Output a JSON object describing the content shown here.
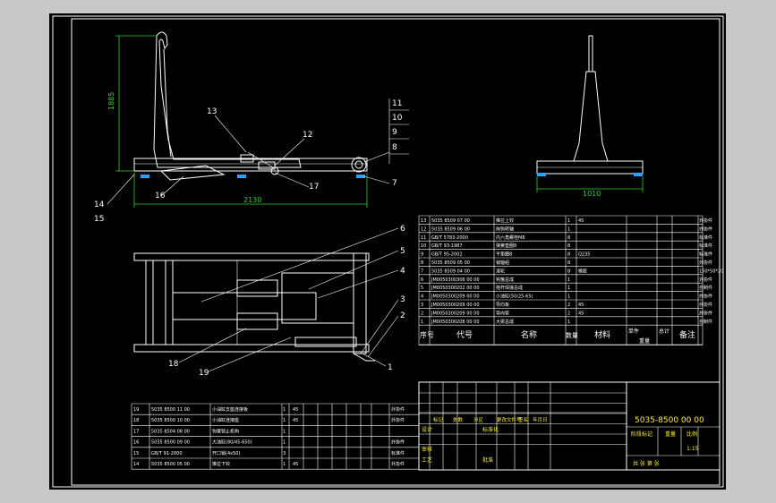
{
  "dimensions": {
    "height": "1885",
    "length": "2130",
    "width": "1010"
  },
  "callouts": {
    "side_view": [
      "11",
      "10",
      "9",
      "8",
      "7",
      "13",
      "12",
      "17",
      "16",
      "14",
      "15"
    ],
    "plan_view": [
      "6",
      "5",
      "4",
      "3",
      "2",
      "1",
      "18",
      "19"
    ]
  },
  "parts_upper": [
    {
      "no": "13",
      "code": "5035 8509 07 00",
      "name": "推拉上铰",
      "qty": "1",
      "mat": "45",
      "note": "外协件"
    },
    {
      "no": "12",
      "code": "5035 8509 06 00",
      "name": "拘钩转轴",
      "qty": "1",
      "mat": "",
      "note": "外协件"
    },
    {
      "no": "11",
      "code": "GB/T 5783-2000",
      "name": "内六角螺栓M8",
      "qty": "8",
      "mat": "",
      "note": "标准件"
    },
    {
      "no": "10",
      "code": "GB/T 93-1987",
      "name": "弹簧垫圈8",
      "qty": "8",
      "mat": "",
      "note": "标准件"
    },
    {
      "no": "9",
      "code": "GB/T 95-2002",
      "name": "平垫圈8",
      "qty": "8",
      "mat": "Q235",
      "note": "标准件"
    },
    {
      "no": "8",
      "code": "5035 8509 05 00",
      "name": "销轴组",
      "qty": "8",
      "mat": "",
      "note": "外协件"
    },
    {
      "no": "7",
      "code": "5035 8509 04 00",
      "name": "滚轮",
      "qty": "8",
      "mat": "橡胶",
      "note": "150*50*20"
    },
    {
      "no": "6",
      "code": "JM0050300306 00 00",
      "name": "钩箍总成",
      "qty": "1",
      "mat": "",
      "note": "外协件"
    },
    {
      "no": "5",
      "code": "JM0050300202 00 00",
      "name": "拖杆焊接总成",
      "qty": "1",
      "mat": "",
      "note": "自制件"
    },
    {
      "no": "4",
      "code": "JM0050300209 00 00",
      "name": "小油缸(50/25-65)",
      "qty": "1",
      "mat": "",
      "note": "外协件"
    },
    {
      "no": "3",
      "code": "JM0050300209 00 00",
      "name": "导向板",
      "qty": "2",
      "mat": "45",
      "note": "外协件"
    },
    {
      "no": "2",
      "code": "JM0050300209 00 00",
      "name": "导向管",
      "qty": "2",
      "mat": "45",
      "note": "外协件"
    },
    {
      "no": "1",
      "code": "JM0050300208 00 00",
      "name": "大梁总成",
      "qty": "1",
      "mat": "",
      "note": "自制件"
    }
  ],
  "parts_upper_header": {
    "no": "序号",
    "code": "代号",
    "name": "名称",
    "qty": "数量",
    "mat": "材料",
    "unit_w": "单件",
    "total_w": "总计",
    "w": "重量",
    "note": "备注"
  },
  "parts_lower": [
    {
      "no": "19",
      "code": "5035 8500 11 00",
      "name": "小油缸支座连接板",
      "qty": "1",
      "mat": "45",
      "note": "外协件"
    },
    {
      "no": "18",
      "code": "5035 8500 10 00",
      "name": "小油缸连接座",
      "qty": "1",
      "mat": "45",
      "note": "外协件"
    },
    {
      "no": "17",
      "code": "5035 8504 08 00",
      "name": "钩箍锁止机构",
      "qty": "1",
      "mat": "",
      "note": ""
    },
    {
      "no": "16",
      "code": "5035 8500 09 00",
      "name": "大油缸(80/45-650)",
      "qty": "1",
      "mat": "",
      "note": "外协件"
    },
    {
      "no": "15",
      "code": "GB/T 91-2000",
      "name": "开口销(4x50)",
      "qty": "3",
      "mat": "",
      "note": "标准件"
    },
    {
      "no": "14",
      "code": "5035 8500 05 00",
      "name": "推拉下铰",
      "qty": "1",
      "mat": "45",
      "note": "外协件"
    }
  ],
  "title_block": {
    "drawing_no": "5035-8500 00 00",
    "title": "拖箱机构",
    "stage": "阶段标记",
    "weight_label": "重量",
    "scale_label": "比例",
    "scale": "1:15",
    "sheet": "共  张  第  张",
    "rev_row": [
      "标记",
      "处数",
      "分区",
      "更改文件号",
      "签名",
      "年月日"
    ],
    "rows": [
      "设计",
      "标准化",
      "审核",
      "工艺",
      "批准"
    ]
  }
}
